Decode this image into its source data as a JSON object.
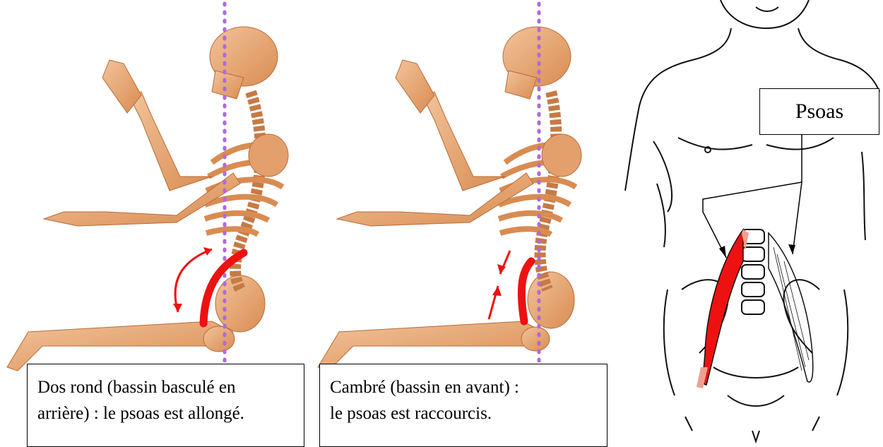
{
  "figures": [
    {
      "name": "rounded-back",
      "caption_lines": [
        "Dos rond (bassin basculé en",
        "arrière) : le psoas est allongé."
      ]
    },
    {
      "name": "arched-back",
      "caption_lines": [
        "Cambré (bassin en avant) :",
        "le psoas est raccourcis."
      ]
    }
  ],
  "anatomy": {
    "label": "Psoas"
  },
  "colors": {
    "bone": "#e8a572",
    "bone_shadow": "#c67a46",
    "muscle": "#ee1111",
    "plumb_line": "#b06ad6",
    "outline": "#111111"
  }
}
